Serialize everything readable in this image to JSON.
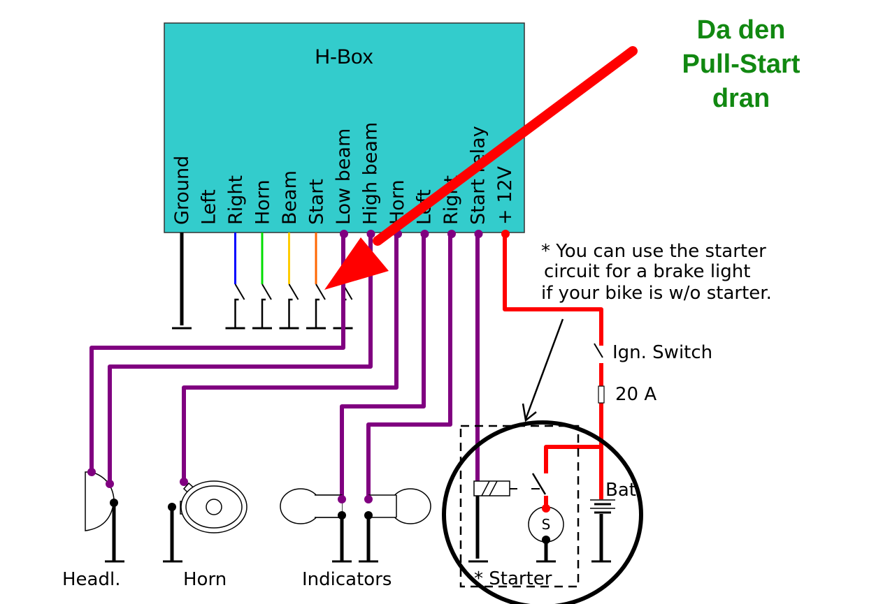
{
  "hbox": {
    "title": "H-Box",
    "fill": "#33CCCC",
    "pins": [
      {
        "label": "Ground",
        "color": "#000000",
        "type": "ground"
      },
      {
        "label": "Left",
        "color": "#0000FF",
        "type": "switch"
      },
      {
        "label": "Right",
        "color": "#00DD00",
        "type": "switch"
      },
      {
        "label": "Horn",
        "color": "#FFCC00",
        "type": "switch"
      },
      {
        "label": "Beam",
        "color": "#FF6600",
        "type": "switch"
      },
      {
        "label": "Start",
        "color": "#FF0000",
        "type": "switch"
      },
      {
        "label": "Low beam",
        "color": "#800080",
        "type": "output"
      },
      {
        "label": "High beam",
        "color": "#800080",
        "type": "output"
      },
      {
        "label": "Horn",
        "color": "#800080",
        "type": "output"
      },
      {
        "label": "Left",
        "color": "#800080",
        "type": "output"
      },
      {
        "label": "Right",
        "color": "#800080",
        "type": "output"
      },
      {
        "label": "Start relay",
        "color": "#800080",
        "type": "output"
      },
      {
        "label": "+ 12V",
        "color": "#FF0000",
        "type": "power"
      }
    ]
  },
  "components": {
    "headlight": "Headl.",
    "horn": "Horn",
    "indicators": "Indicators",
    "starter": "* Starter",
    "battery": "Bat.",
    "ignition": "Ign. Switch",
    "fuse": "20 A",
    "starter_motor": "S"
  },
  "note": [
    "* You can use the starter",
    "circuit for a brake light",
    "if your bike is w/o starter."
  ],
  "annotation": {
    "lines": [
      "Da den",
      "Pull-Start",
      "dran"
    ],
    "color": "#118811",
    "arrow_color": "#FF0000"
  },
  "colors": {
    "wire_purple": "#800080",
    "wire_red": "#FF0000",
    "ground": "#000000"
  }
}
